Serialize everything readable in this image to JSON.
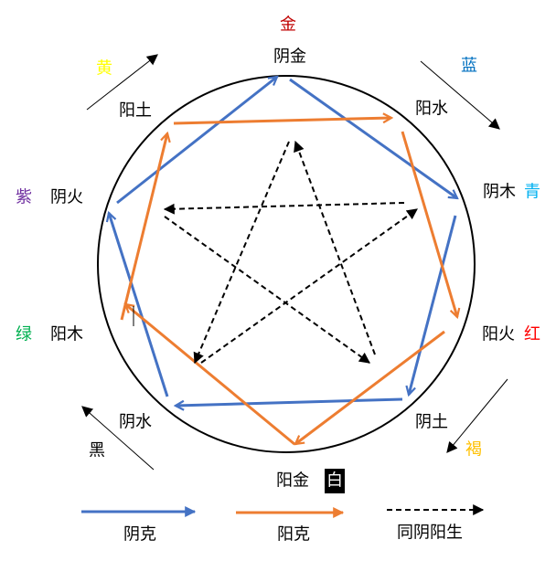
{
  "colors": {
    "yin_ke": "#4472c4",
    "yang_ke": "#ed7d31",
    "sheng": "#000000",
    "jin": "#c00000",
    "huang": "#ffff00",
    "lan": "#0070c0",
    "zi": "#7030a0",
    "qing": "#00b0f0",
    "lv": "#00b050",
    "hong": "#ff0000",
    "he": "#ffc000"
  },
  "top_label": "金",
  "nodes": {
    "yin_jin": "阴金",
    "yang_shui": "阳水",
    "yin_mu": "阴木",
    "yang_huo": "阳火",
    "yin_tu": "阴土",
    "yang_jin": "阳金",
    "yin_shui": "阴水",
    "yang_mu": "阳木",
    "yin_huo": "阴火",
    "yang_tu": "阳土"
  },
  "colors_labels": {
    "huang": "黄",
    "lan": "蓝",
    "zi": "紫",
    "qing": "青",
    "lv": "绿",
    "hong": "红",
    "hei": "黑",
    "he": "褐",
    "bai": "白"
  },
  "legend": {
    "yin_ke": "阴克",
    "yang_ke": "阳克",
    "sheng": "同阴阳生"
  }
}
